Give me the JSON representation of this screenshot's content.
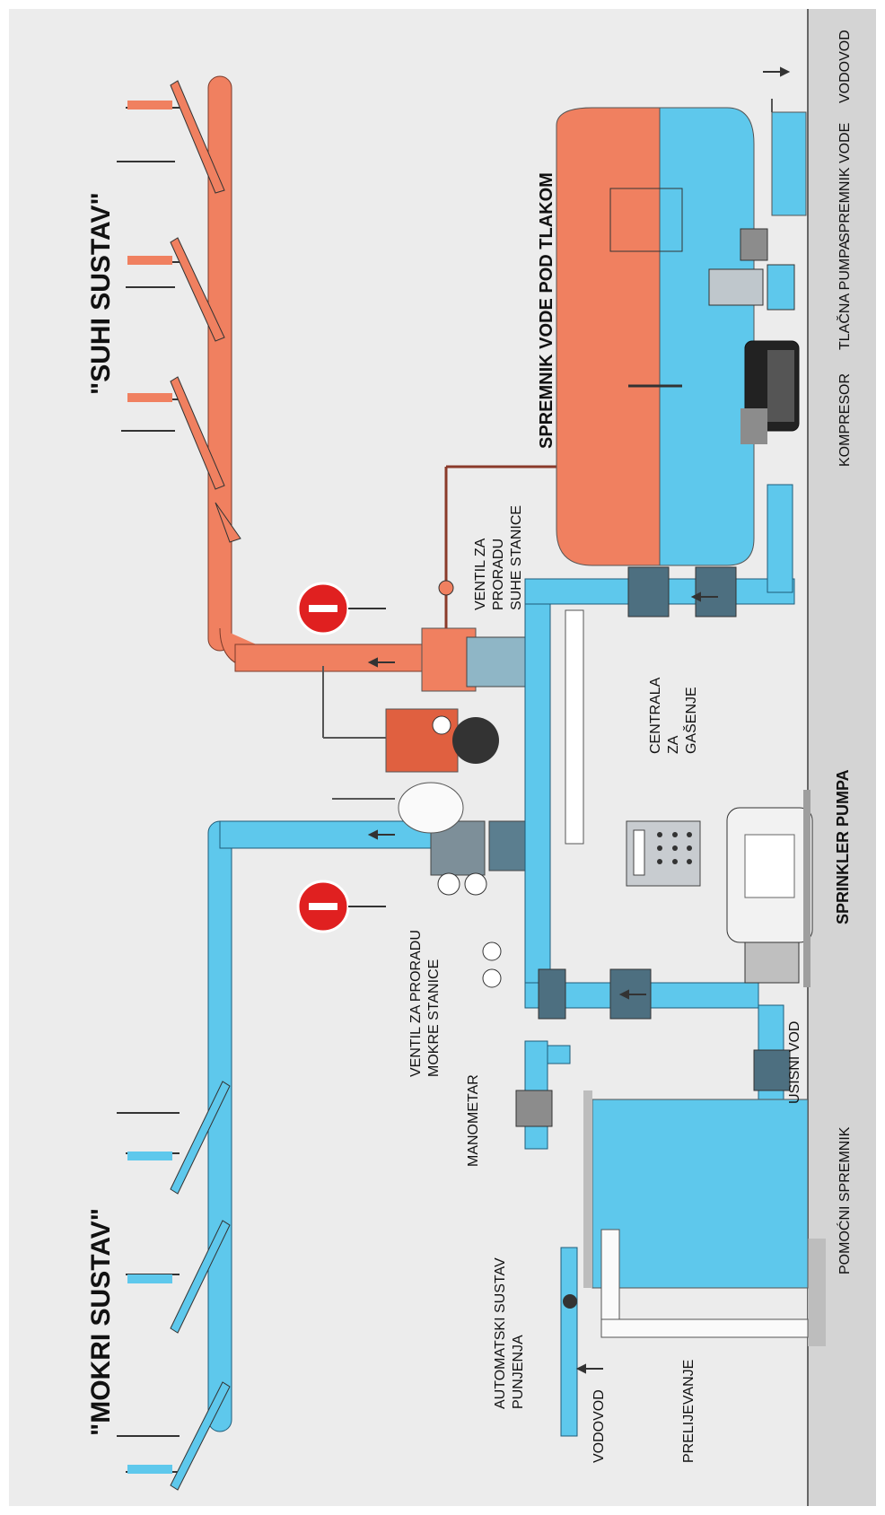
{
  "labels": {
    "dry_system": "\"SUHI SUSTAV\"",
    "wet_system": "\"MOKRI SUSTAV\"",
    "pressure_tank": "SPREMNIK VODE POD TLAKOM",
    "water_supply_top": "VODOVOD",
    "water_tank": "SPREMNIK VODE",
    "pressure_pump": "TLAČNA PUMPA",
    "compressor": "KOMPRESOR",
    "dry_valve": [
      "VENTIL ZA",
      "PRORADU",
      "SUHE STANICE"
    ],
    "control_panel": [
      "CENTRALA",
      "ZA",
      "GAŠENJE"
    ],
    "sprinkler_pump": "SPRINKLER PUMPA",
    "wet_valve": [
      "VENTIL ZA PRORADU",
      "MOKRE STANICE"
    ],
    "suction_line": "USISNI VOD",
    "aux_tank": "POMOĆNI SPREMNIK",
    "manometer": "MANOMETAR",
    "auto_fill": [
      "AUTOMATSKI SUSTAV",
      "PUNJENJA"
    ],
    "water_supply_bottom": "VODOVOD",
    "overflow": "PRELIJEVANJE"
  },
  "colors": {
    "dry_pipe": "#f08060",
    "wet_pipe": "#5ec8ec",
    "floor": "#d8d8d8",
    "background": "#ececec",
    "tank_orange": "#f08060",
    "tank_blue": "#5ec8ec",
    "alarm_red": "#e02020"
  }
}
